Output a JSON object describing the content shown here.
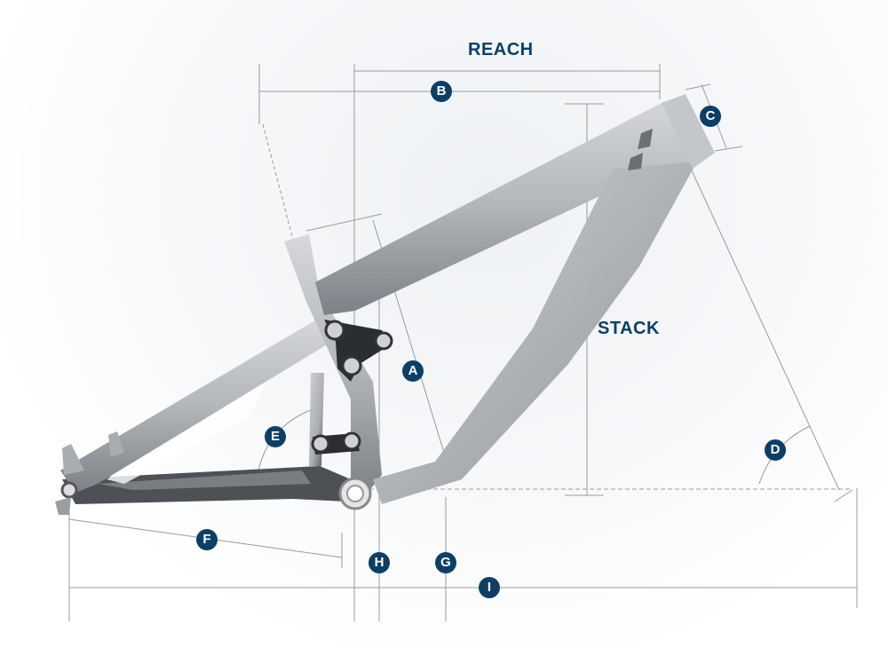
{
  "labels": {
    "reach": "REACH",
    "stack": "STACK"
  },
  "badges": {
    "a": "A",
    "b": "B",
    "c": "C",
    "d": "D",
    "e": "E",
    "f": "F",
    "g": "G",
    "h": "H",
    "i": "I"
  },
  "colors": {
    "accent": "#0d3f66",
    "frame": "#b9bcc0",
    "dimension_line": "#9a9a9a"
  }
}
